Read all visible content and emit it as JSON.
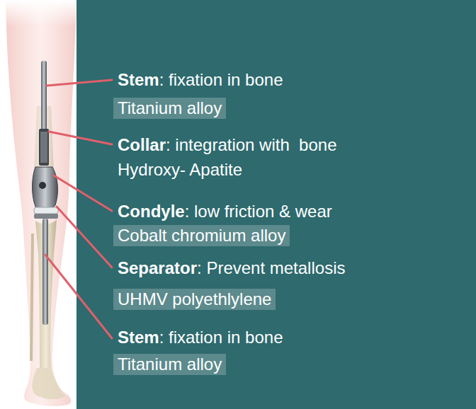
{
  "diagram": {
    "labels": [
      "Stem: fixation in bone",
      "Titanium alloy",
      "Collar: integration with  bone",
      "Hydroxy- Apatite",
      "Condyle: low friction & wear",
      "Cobalt chromium alloy",
      "Separator: Prevent metallosis",
      "UHMV polyethlylene",
      "Stem: fixation in bone",
      "Titanium alloy"
    ]
  }
}
